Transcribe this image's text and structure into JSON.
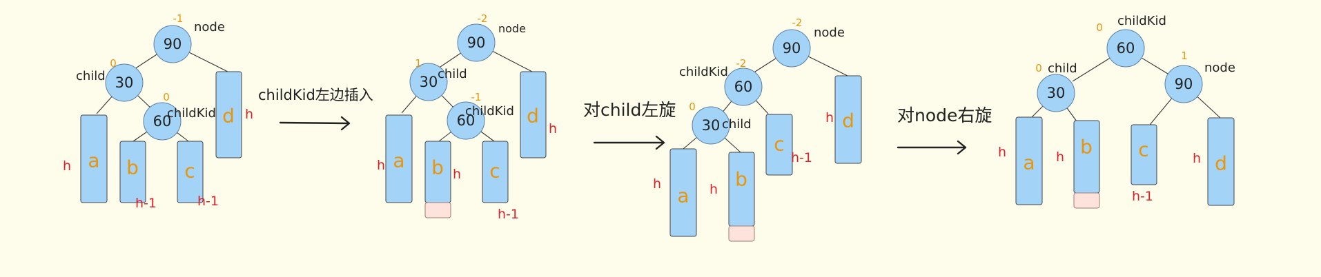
{
  "diagram1": {
    "n90": "90",
    "n30": "30",
    "n60": "60",
    "bf90": "-1",
    "bf30": "0",
    "bf60": "0",
    "lbl_node": "node",
    "lbl_child": "child",
    "lbl_childkid": "childKid",
    "sub_a": "a",
    "sub_b": "b",
    "sub_c": "c",
    "sub_d": "d",
    "h_a": "h",
    "h_b": "h-1",
    "h_c": "h-1",
    "h_d": "h"
  },
  "arrow1": {
    "caption": "childKid左边插入"
  },
  "diagram2": {
    "n90": "90",
    "n30": "30",
    "n60": "60",
    "bf90": "-2",
    "bf30": "1",
    "bf60": "-1",
    "lbl_node": "node",
    "lbl_child": "child",
    "lbl_childkid": "childKid",
    "sub_a": "a",
    "sub_b": "b",
    "sub_c": "c",
    "sub_d": "d",
    "h_a": "h",
    "h_b": "h",
    "h_c": "h-1",
    "h_d": "h"
  },
  "arrow2": {
    "caption": "对child左旋"
  },
  "diagram3": {
    "n90": "90",
    "n60": "60",
    "n30": "30",
    "bf90": "-2",
    "bf60": "-2",
    "bf30": "0",
    "lbl_node": "node",
    "lbl_childkid": "childKid",
    "lbl_child": "child",
    "sub_a": "a",
    "sub_b": "b",
    "sub_c": "c",
    "sub_d": "d",
    "h_a": "h",
    "h_b": "h",
    "h_c": "h-1",
    "h_d": "h"
  },
  "arrow3": {
    "caption": "对node右旋"
  },
  "diagram4": {
    "n60": "60",
    "n30": "30",
    "n90": "90",
    "bf60": "0",
    "bf30": "0",
    "bf90": "1",
    "lbl_childkid": "childKid",
    "lbl_child": "child",
    "lbl_node": "node",
    "sub_a": "a",
    "sub_b": "b",
    "sub_c": "c",
    "sub_d": "d",
    "h_a": "h",
    "h_b": "h",
    "h_c": "h-1",
    "h_d": "h"
  },
  "colors": {
    "background": "#fefdeb",
    "node_fill": "#a3d4f7",
    "balance_factor": "#e8950c",
    "subtree_letter": "#e8950c",
    "height_label": "#d9232b",
    "inserted_node": "#fde3dc"
  }
}
